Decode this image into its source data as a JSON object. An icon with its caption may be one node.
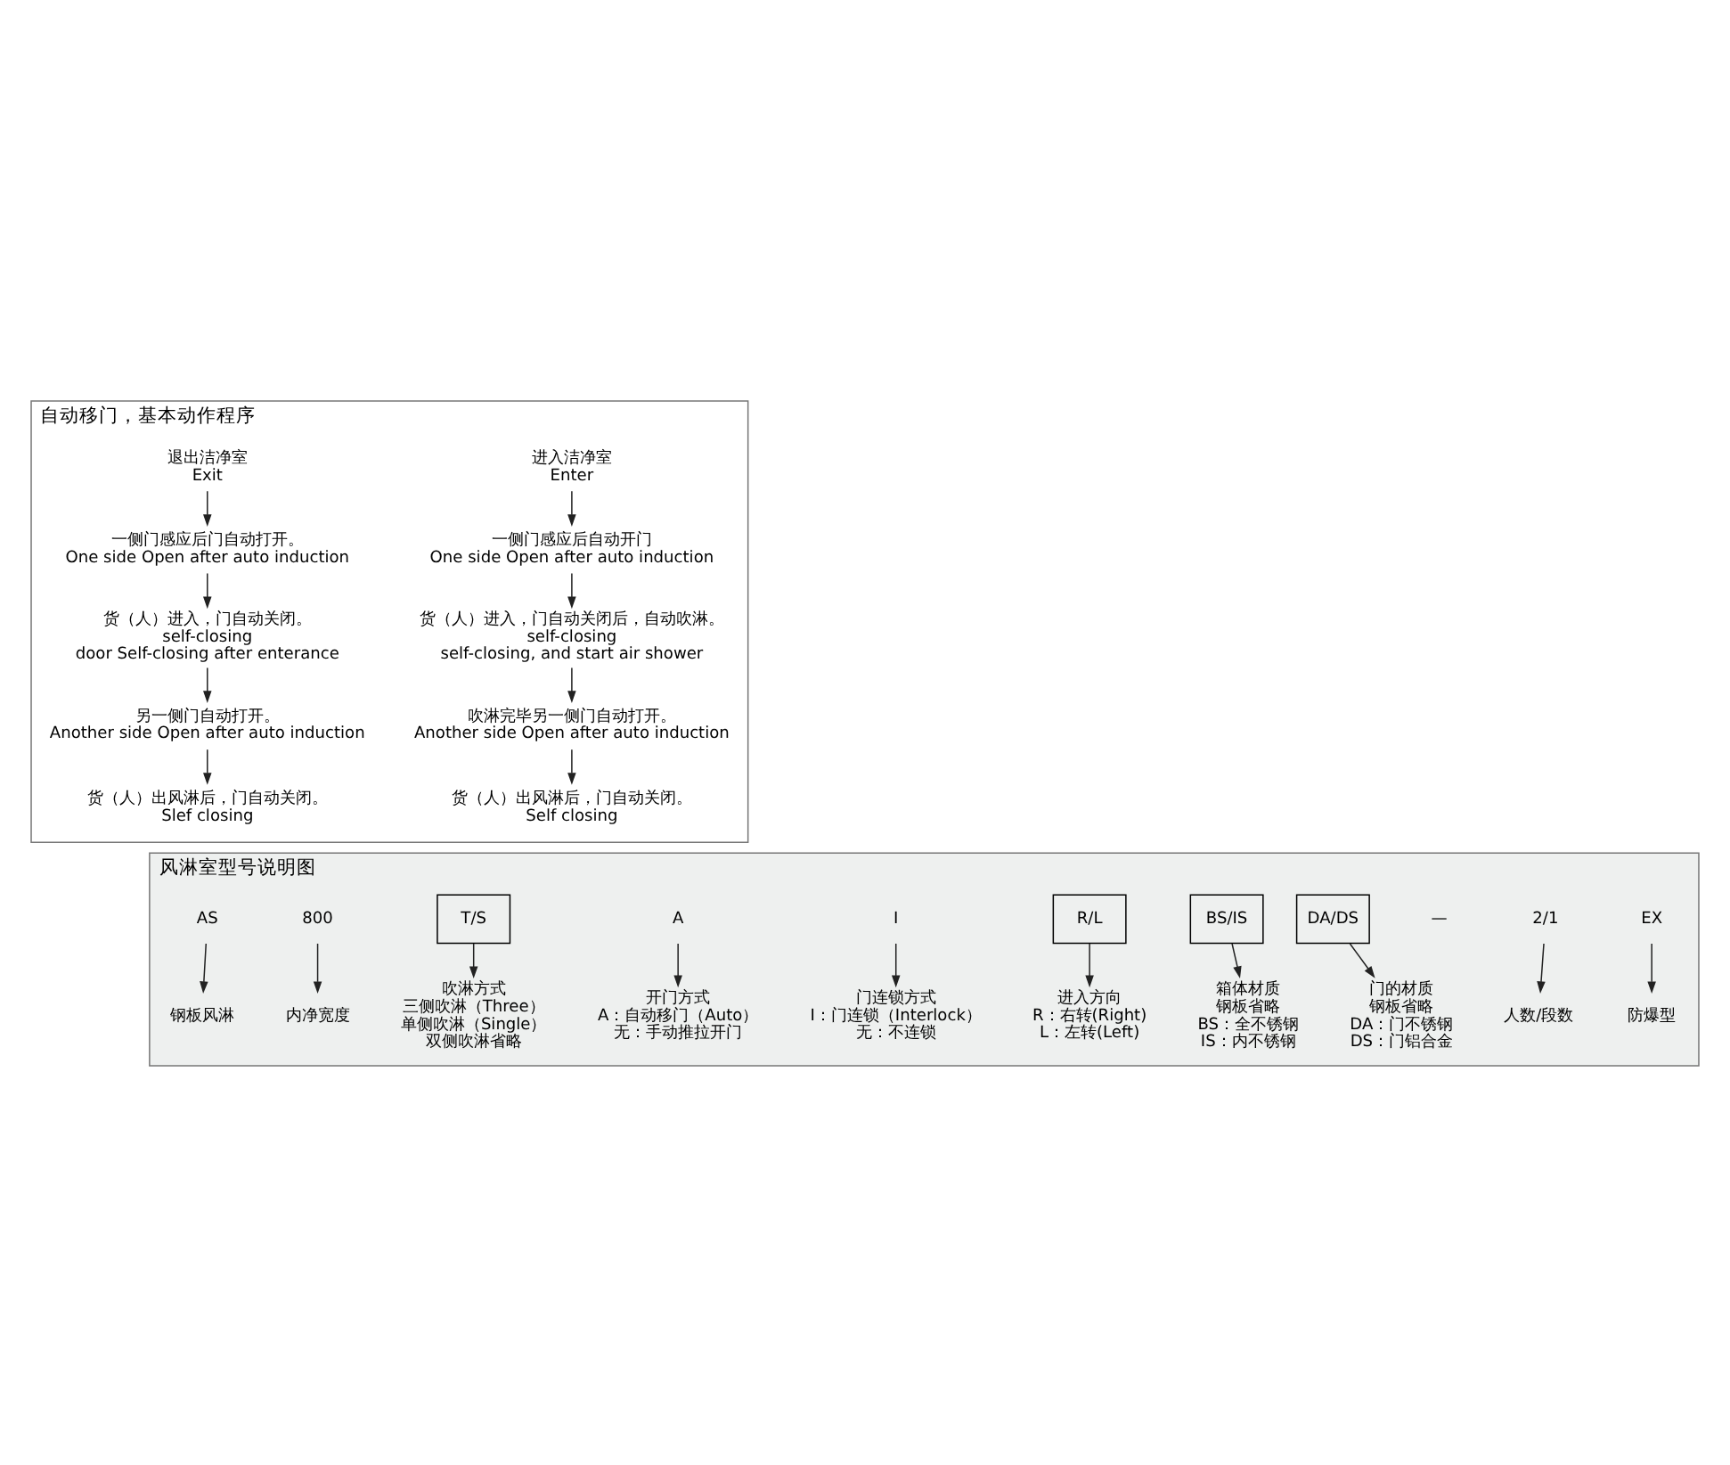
{
  "diagram": {
    "nodes": [
      {
        "text": [
          "自动移门，基本动作程序"
        ]
      },
      {
        "text": [
          "进入洁净室",
          "Enter"
        ],
        "in": 0
      },
      {
        "text": [
          "一侧门感应后自动开门",
          "One side Open after auto induction"
        ],
        "in": 0
      },
      {
        "text": [
          "货（人）进入，门自动关闭后，自动吹淋。",
          "self-closing",
          "self-closing, and start air shower"
        ],
        "in": 0
      },
      {
        "text": [
          "吹淋完毕另一侧门自动打开。",
          "Another side Open after auto induction"
        ],
        "in": 0
      },
      {
        "text": [
          "货（人）出风淋后，门自动关闭。",
          "Self closing"
        ],
        "in": 0
      },
      {
        "text": [
          "退出洁净室",
          "Exit"
        ],
        "in": 0
      },
      {
        "text": [
          "一侧门感应后门自动打开。",
          "One side Open after auto induction"
        ],
        "in": 0
      },
      {
        "text": [
          "货（人）进入，门自动关闭。",
          "self-closing",
          "door Self-closing after enterance"
        ],
        "in": 0
      },
      {
        "text": [
          "另一侧门自动打开。",
          "Another side Open after auto induction"
        ],
        "in": 0
      },
      {
        "text": [
          "货（人）出风淋后，门自动关闭。",
          "Slef closing"
        ],
        "in": 0
      },
      {
        "text": [
          "风淋室型号说明图"
        ]
      },
      {
        "text": [
          "AS"
        ],
        "in": 11
      },
      {
        "text": [
          "800"
        ],
        "in": 11
      },
      {
        "text": [
          "T/S"
        ],
        "in": 11
      },
      {
        "text": [
          "A"
        ],
        "in": 11
      },
      {
        "text": [
          "I"
        ],
        "in": 11
      },
      {
        "text": [
          "R/L"
        ],
        "in": 11
      },
      {
        "text": [
          "BS/IS"
        ],
        "in": 11
      },
      {
        "text": [
          "DA/DS"
        ],
        "in": 11
      },
      {
        "text": [
          "2/1"
        ],
        "in": 11
      },
      {
        "text": [
          "EX"
        ],
        "in": 11
      },
      {
        "text": [
          "钢板风淋"
        ],
        "in": 11
      },
      {
        "text": [
          "内净宽度"
        ],
        "in": 11
      },
      {
        "text": [
          "吹淋方式",
          "三侧吹淋（Three）",
          "单侧吹淋（Single）",
          "双侧吹淋省略"
        ],
        "in": 11
      },
      {
        "text": [
          "开门方式",
          "A：自动移门（Auto）",
          "无：手动推拉开门"
        ],
        "in": 11
      },
      {
        "text": [
          "门连锁方式",
          "I：门连锁（Interlock）",
          "无：不连锁"
        ],
        "in": 11
      },
      {
        "text": [
          "进入方向",
          "R：右转(Right)",
          "L：左转(Left)"
        ],
        "in": 11
      },
      {
        "text": [
          "箱体材质",
          "钢板省略",
          "BS：全不锈钢",
          "IS：内不锈钢"
        ],
        "in": 11
      },
      {
        "text": [
          "门的材质",
          "钢板省略",
          "DA：门不锈钢",
          "DS：门铝合金"
        ],
        "in": 11
      },
      {
        "text": [
          "人数/段数"
        ],
        "in": 11
      },
      {
        "text": [
          "防爆型"
        ],
        "in": 11
      }
    ],
    "edges": [
      {
        "from": 1,
        "to": 2,
        "arrow": "to"
      },
      {
        "from": 2,
        "to": 3,
        "arrow": "to"
      },
      {
        "from": 3,
        "to": 4,
        "arrow": "to"
      },
      {
        "from": 4,
        "to": 5,
        "arrow": "to"
      },
      {
        "from": 6,
        "to": 7,
        "arrow": "to"
      },
      {
        "from": 7,
        "to": 8,
        "arrow": "to"
      },
      {
        "from": 8,
        "to": 9,
        "arrow": "to"
      },
      {
        "from": 9,
        "to": 10,
        "arrow": "to"
      },
      {
        "from": 12,
        "to": 22,
        "arrow": "to"
      },
      {
        "from": 13,
        "to": 23,
        "arrow": "to"
      },
      {
        "from": 14,
        "to": 24,
        "arrow": "to"
      },
      {
        "from": 15,
        "to": 25,
        "arrow": "to"
      },
      {
        "from": 16,
        "to": 26,
        "arrow": "to"
      },
      {
        "from": 17,
        "to": 27,
        "arrow": "to"
      },
      {
        "from": 18,
        "to": 28,
        "arrow": "to"
      },
      {
        "from": 19,
        "to": 29,
        "arrow": "to"
      },
      {
        "from": 20,
        "to": 30,
        "arrow": "to"
      },
      {
        "from": 21,
        "to": 31,
        "arrow": "to"
      }
    ],
    "labels": [
      "—"
    ]
  }
}
